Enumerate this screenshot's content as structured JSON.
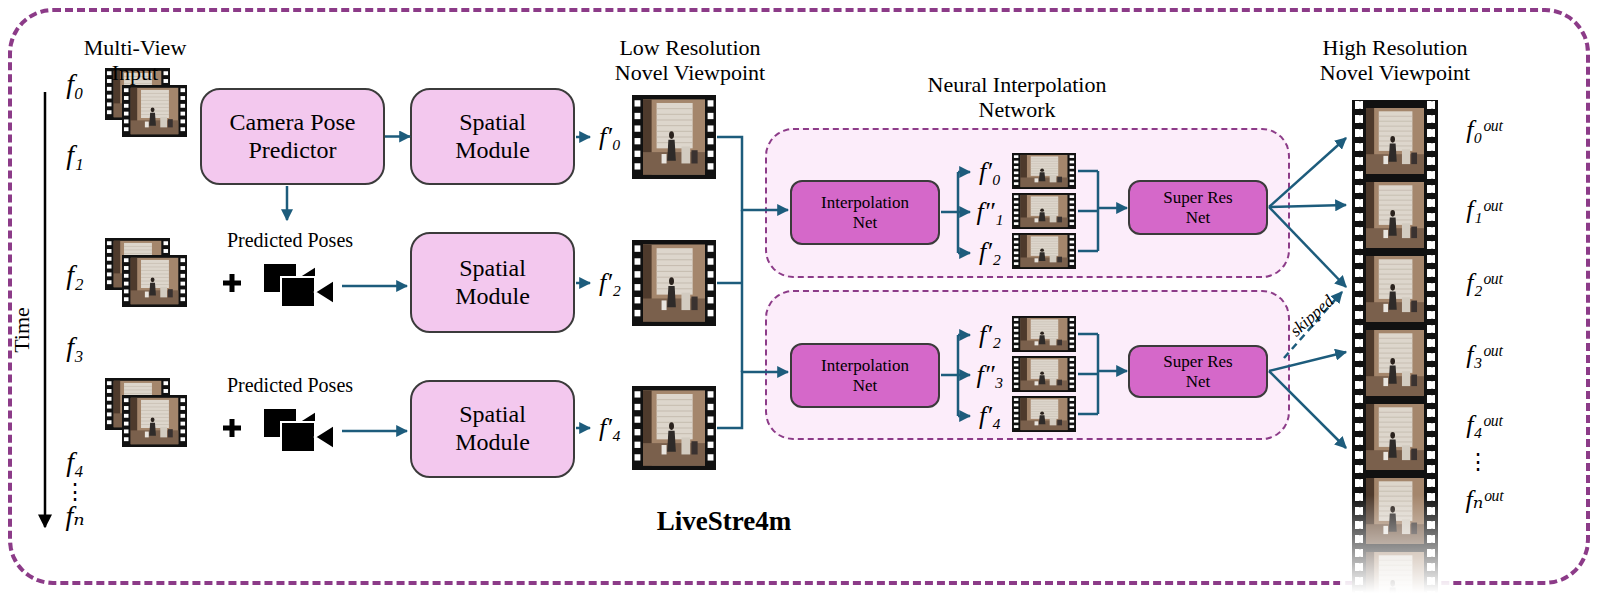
{
  "diagram": {
    "nodes": [
      {
        "text": [
          "LiveStre4m"
        ]
      },
      {
        "text": [
          "Camera Pose Predictor"
        ],
        "in": 0
      },
      {
        "text": [
          "Spatial Module"
        ],
        "in": 0
      },
      {
        "text": [
          "Spatial Module"
        ],
        "in": 0
      },
      {
        "text": [
          "Spatial Module"
        ],
        "in": 0
      },
      {
        "text": [
          "Neural Interpolation Network",
          "f′₀",
          "f″₁",
          "f′₂"
        ],
        "in": 0
      },
      {
        "text": [
          "Interpolation Net"
        ],
        "in": 5
      },
      {
        "text": [
          "Super Res Net"
        ],
        "in": 5
      },
      {
        "text": [
          "f′₂",
          "f″₃",
          "f′₄"
        ],
        "in": 0
      },
      {
        "text": [
          "Interpolation Net"
        ],
        "in": 8
      },
      {
        "text": [
          "Super Res Net"
        ],
        "in": 8
      }
    ],
    "edges": [
      {
        "from": 1,
        "to": 2,
        "arrow": "to"
      }
    ],
    "labels": [
      "Multi-View Input",
      "Time",
      "f₀",
      "f₁",
      "f₂",
      "f₃",
      "f₄",
      "⋮",
      "fₙ",
      "Predicted Poses",
      "Predicted Poses",
      "Low Resolution Novel Viewpoint",
      "f′₀",
      "f′₂",
      "f′₄",
      "High Resolution Novel Viewpoint",
      "skipped",
      "f₀ᵒᵘᵗ",
      "f₁ᵒᵘᵗ",
      "f₂ᵒᵘᵗ",
      "f₃ᵒᵘᵗ",
      "f₄ᵒᵘᵗ",
      "⋮",
      "fₙᵒᵘᵗ"
    ]
  }
}
